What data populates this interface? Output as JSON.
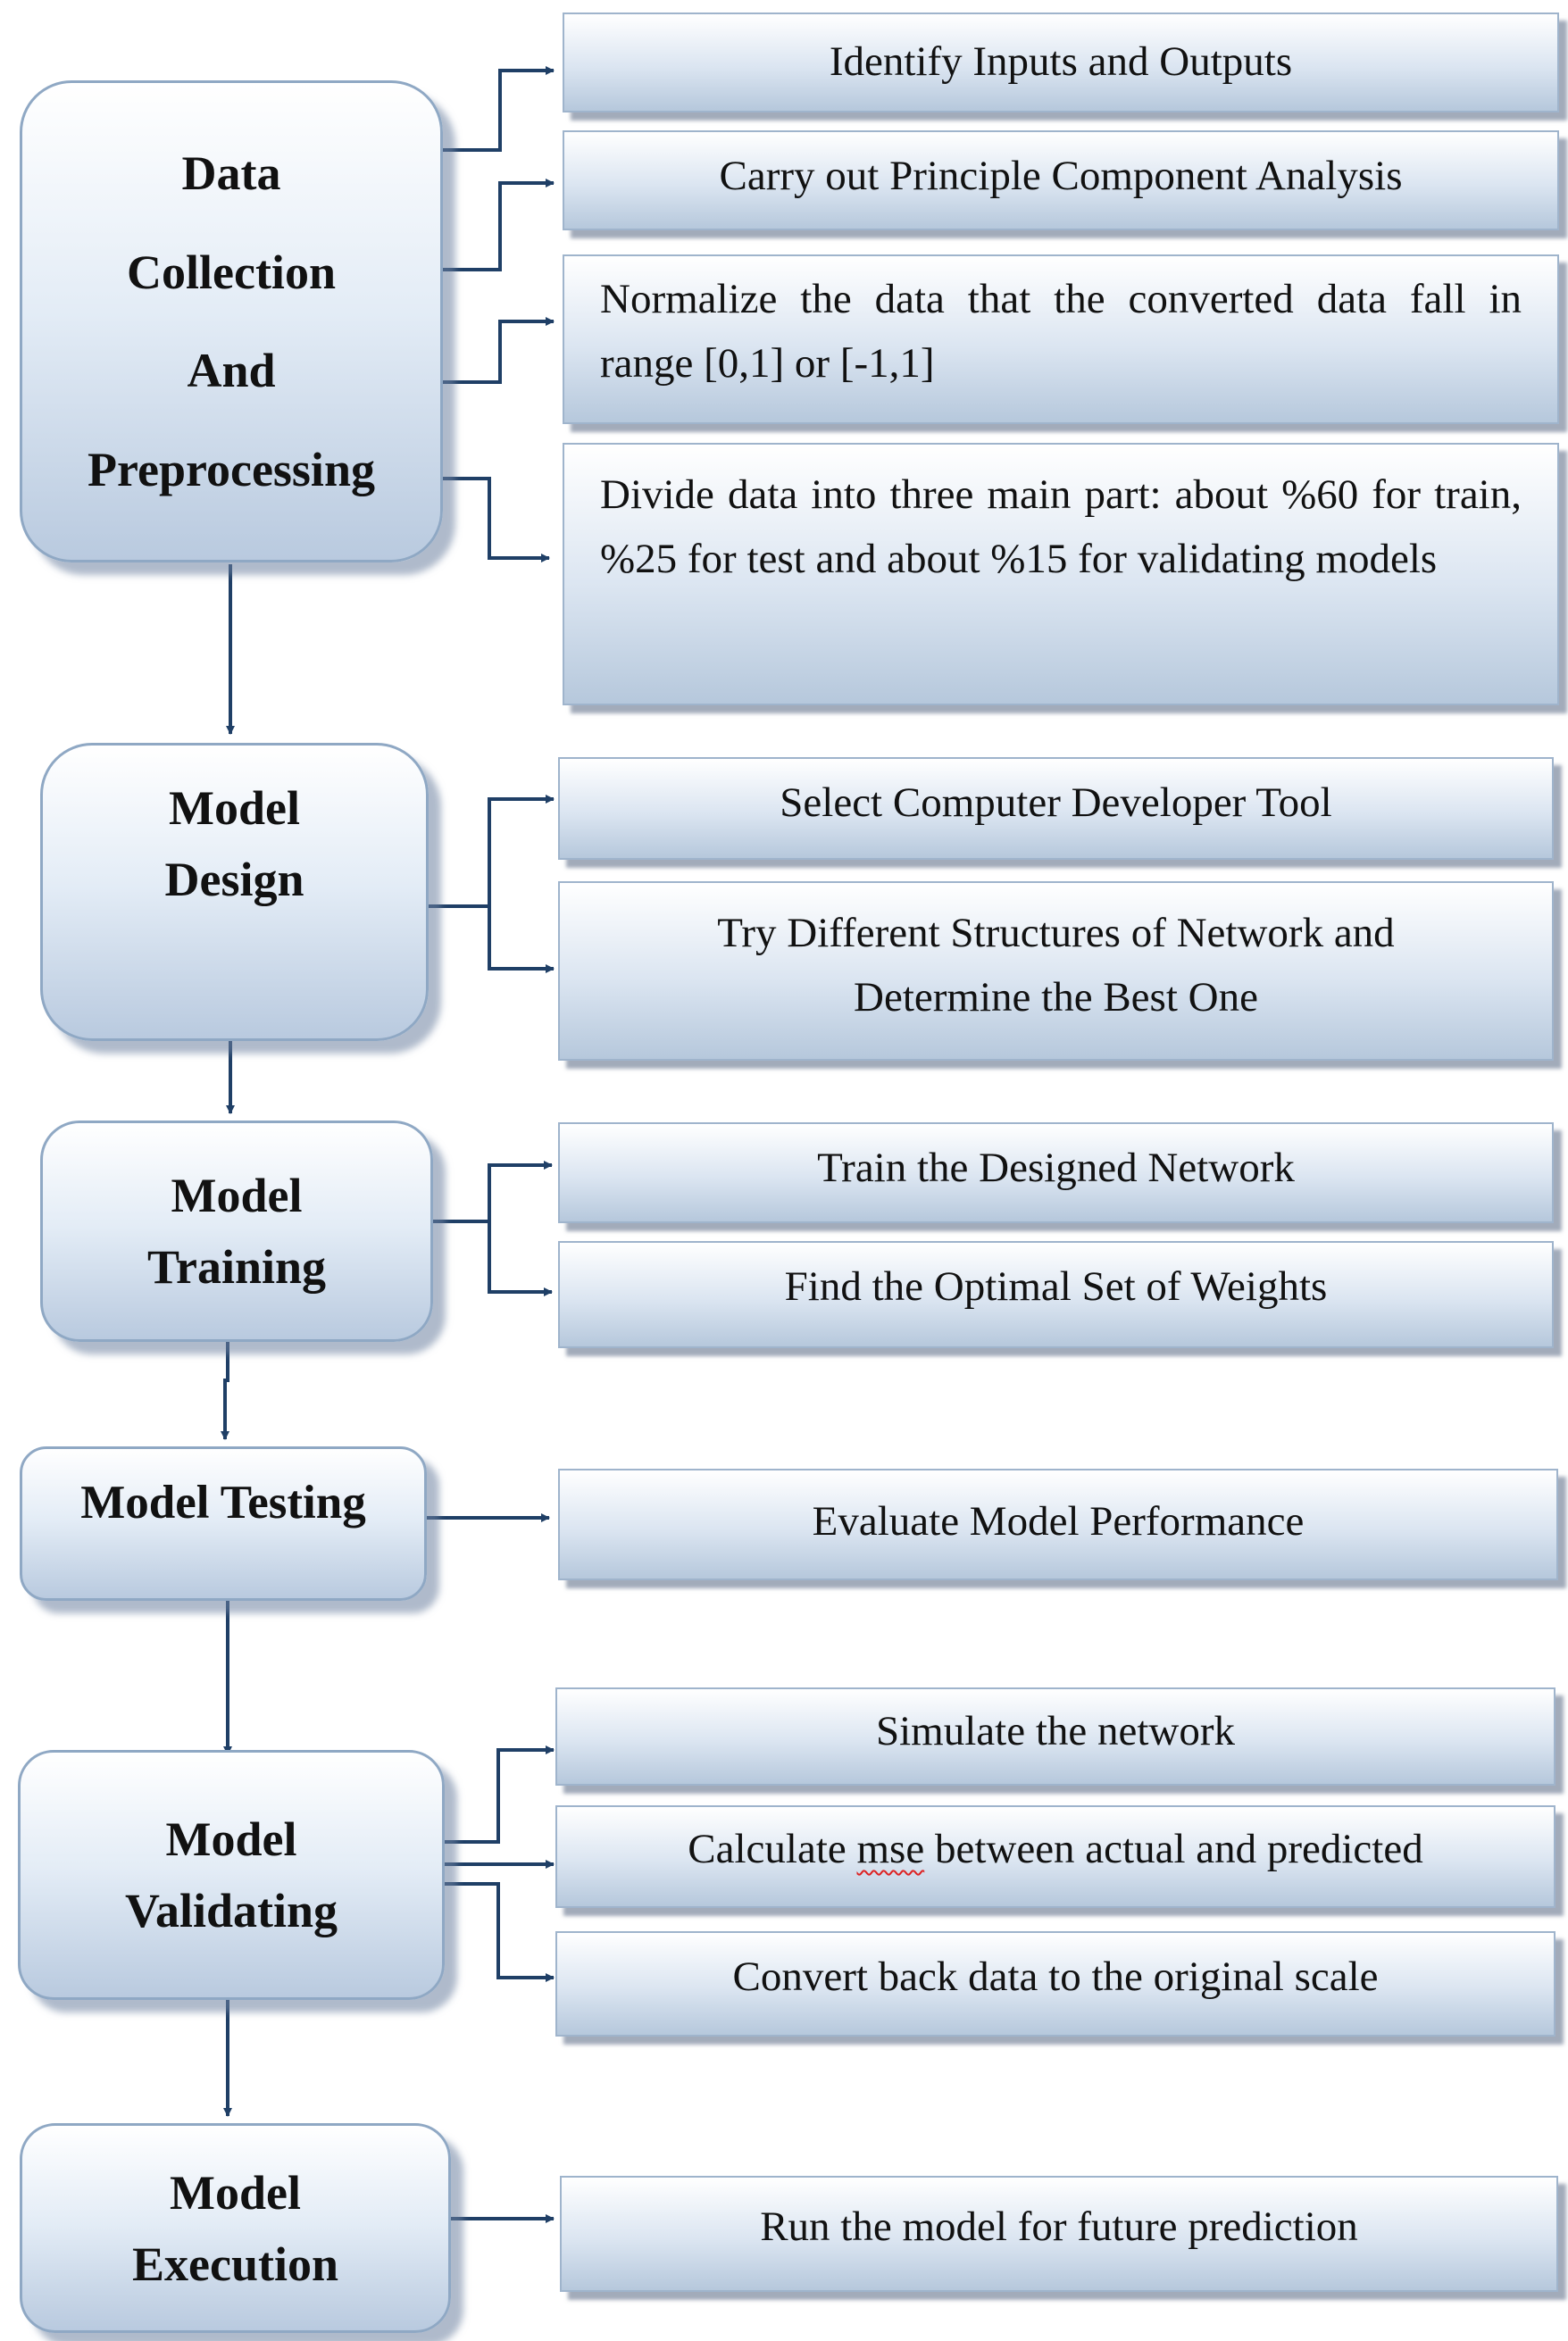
{
  "stages": [
    {
      "id": "data-collection",
      "label_lines": [
        "Data",
        "Collection",
        "And",
        "Preprocessing"
      ]
    },
    {
      "id": "model-design",
      "label_lines": [
        "Model",
        "Design"
      ]
    },
    {
      "id": "model-training",
      "label_lines": [
        "Model",
        "Training"
      ]
    },
    {
      "id": "model-testing",
      "label_lines": [
        "Model Testing"
      ]
    },
    {
      "id": "model-validating",
      "label_lines": [
        "Model",
        "Validating"
      ]
    },
    {
      "id": "model-execution",
      "label_lines": [
        "Model",
        "Execution"
      ]
    }
  ],
  "steps": {
    "data_collection": [
      "Identify Inputs and Outputs",
      "Carry out Principle Component Analysis",
      "Normalize the data that the converted data fall in range [0,1] or [-1,1]",
      "Divide data into three main part: about %60 for train, %25 for test and about %15 for validating models"
    ],
    "model_design": [
      "Select Computer Developer Tool",
      "Try Different Structures of Network and Determine the Best One"
    ],
    "model_training": [
      "Train the Designed Network",
      "Find the Optimal Set of Weights"
    ],
    "model_testing": [
      "Evaluate Model Performance"
    ],
    "model_validating": [
      "Simulate the network",
      {
        "before": "Calculate ",
        "marked": "mse",
        "after": " between actual and predicted"
      },
      "Convert back data to the original scale"
    ],
    "model_execution": [
      "Run the model for future prediction"
    ]
  },
  "colors": {
    "connector": "#1f3f66",
    "box_border": "#8fa8c4",
    "gradient_top": "#ffffff",
    "gradient_bottom": "#b9cadf"
  }
}
